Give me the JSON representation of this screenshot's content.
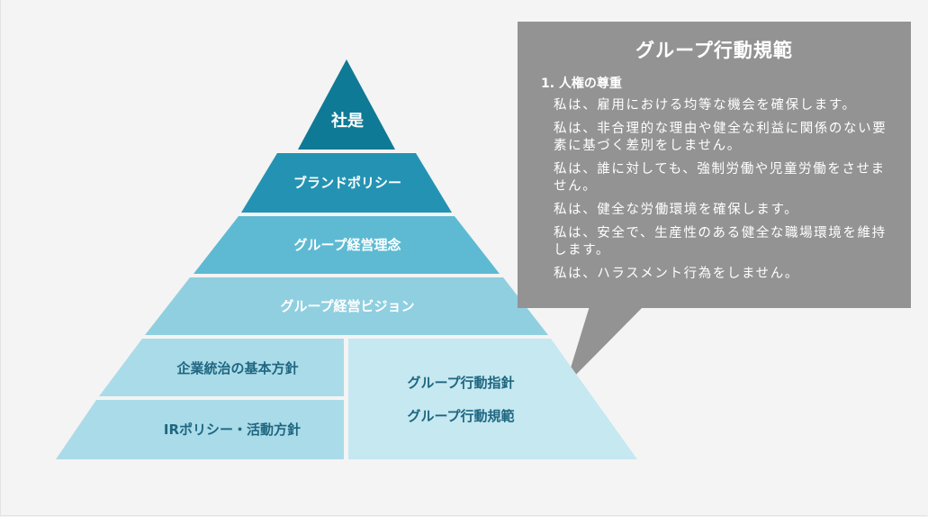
{
  "pyramid": {
    "tiers": [
      {
        "label": "社是"
      },
      {
        "label": "ブランドポリシー"
      },
      {
        "label": "グループ経営理念"
      },
      {
        "label": "グループ経営ビジョン"
      }
    ],
    "bottom_left": [
      {
        "label": "企業統治の基本方針"
      },
      {
        "label": "IRポリシー・活動方針"
      }
    ],
    "bottom_right": [
      {
        "label": "グループ行動指針"
      },
      {
        "label": "グループ行動規範"
      }
    ],
    "colors": {
      "tier1": "#0f7a95",
      "tier2": "#2493b3",
      "tier3": "#5ebad3",
      "tier4": "#8fcfe0",
      "tier5": "#aadbe8",
      "tier6": "#c5e8f1",
      "bottom_text": "#1f6680"
    }
  },
  "callout": {
    "title": "グループ行動規範",
    "section": "1. 人権の尊重",
    "items": [
      "私は、雇用における均等な機会を確保します。",
      "私は、非合理的な理由や健全な利益に関係のない要素に基づく差別をしません。",
      "私は、誰に対しても、強制労働や児童労働をさせません。",
      "私は、健全な労働環境を確保します。",
      "私は、安全で、生産性のある健全な職場環境を維持します。",
      "私は、ハラスメント行為をしません。"
    ],
    "background": "#939393"
  }
}
